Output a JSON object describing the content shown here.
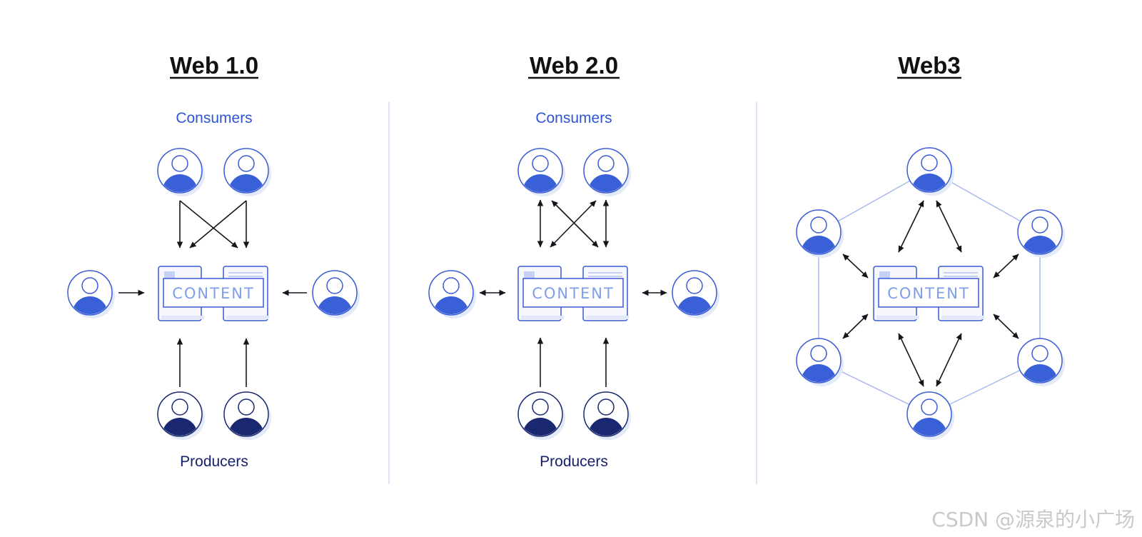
{
  "colors": {
    "consumer": "#3a60d8",
    "producer": "#192870",
    "consumer_label": "#2e56d4",
    "producer_label": "#17226b",
    "outline": "#3a5bd6",
    "divider": "#d3dbf4",
    "arrow": "#14161e",
    "net_line": "#a9bbee",
    "shadow": "#e5eaf8",
    "content_text": "#7f9ee8"
  },
  "content_label": "CONTENT",
  "panels": [
    {
      "title": "Web 1.0",
      "consumers_label": "Consumers",
      "producers_label": "Producers"
    },
    {
      "title": "Web 2.0",
      "consumers_label": "Consumers",
      "producers_label": "Producers"
    },
    {
      "title": "Web3"
    }
  ],
  "watermark": "CSDN @源泉的小广场"
}
